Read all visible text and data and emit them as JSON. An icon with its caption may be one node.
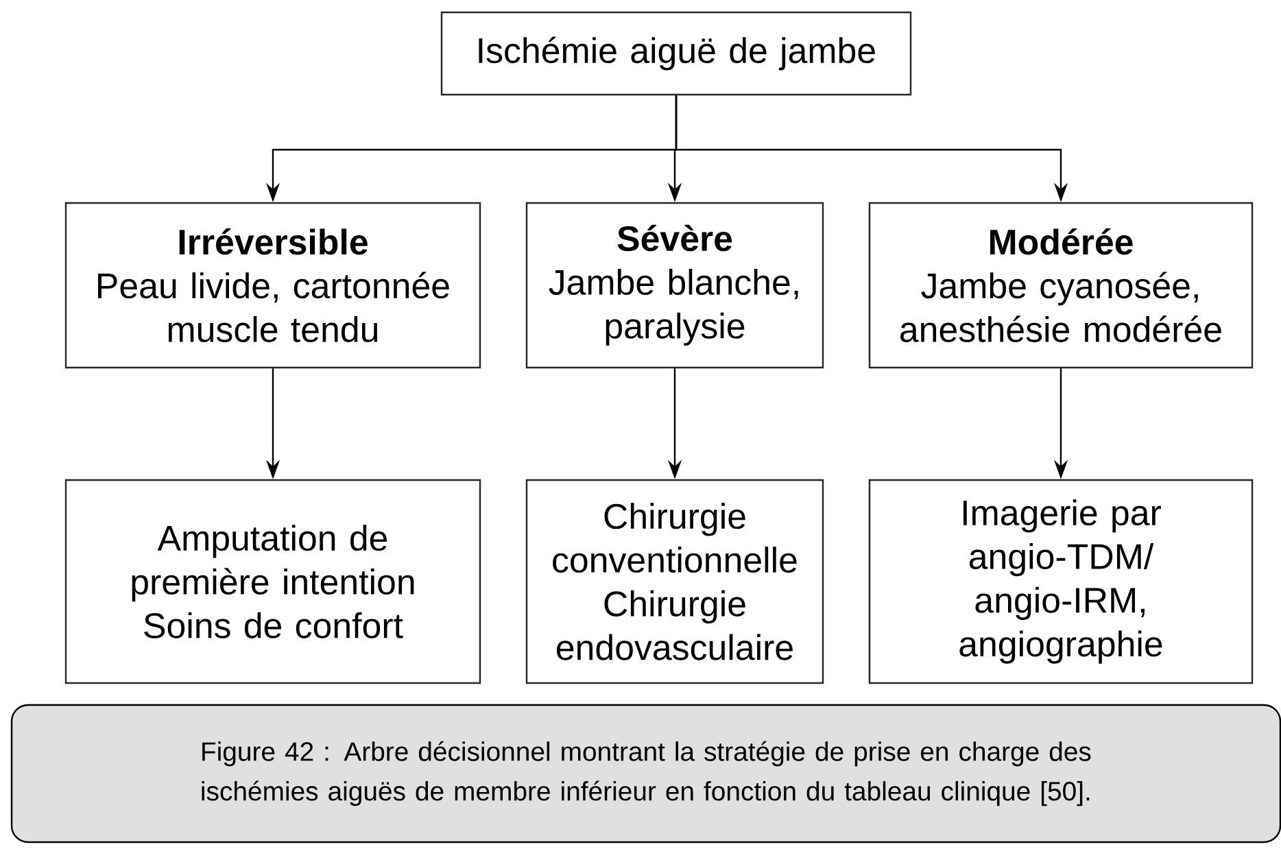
{
  "diagram": {
    "caption": "Figure 42 : Arbre décisionnel montrant la stratégie de prise en charge des ischémies aiguës de membre inférieur en fonction du tableau clinique [50].",
    "nodes": [
      {
        "text": [
          "Ischémie aiguë de jambe"
        ]
      },
      {
        "text": [
          "Irréversible",
          "Peau livide, cartonnée muscle tendu"
        ]
      },
      {
        "text": [
          "Sévère",
          "Jambe blanche, paralysie"
        ]
      },
      {
        "text": [
          "Modérée",
          "Jambe cyanosée, anesthésie modérée"
        ]
      },
      {
        "text": [
          "Amputation de première intention",
          "Soins de confort"
        ]
      },
      {
        "text": [
          "Chirurgie conventionnelle",
          "Chirurgie endovasculaire"
        ]
      },
      {
        "text": [
          "Imagerie par angio-TDM/ angio-IRM, angiographie"
        ]
      }
    ],
    "edges": [
      {
        "from": 0,
        "to": 1,
        "arrow": "to"
      },
      {
        "from": 0,
        "to": 2,
        "arrow": "to"
      },
      {
        "from": 0,
        "to": 3,
        "arrow": "to"
      },
      {
        "from": 1,
        "to": 4,
        "arrow": "to"
      },
      {
        "from": 2,
        "to": 5,
        "arrow": "to"
      },
      {
        "from": 3,
        "to": 6,
        "arrow": "to"
      }
    ]
  }
}
